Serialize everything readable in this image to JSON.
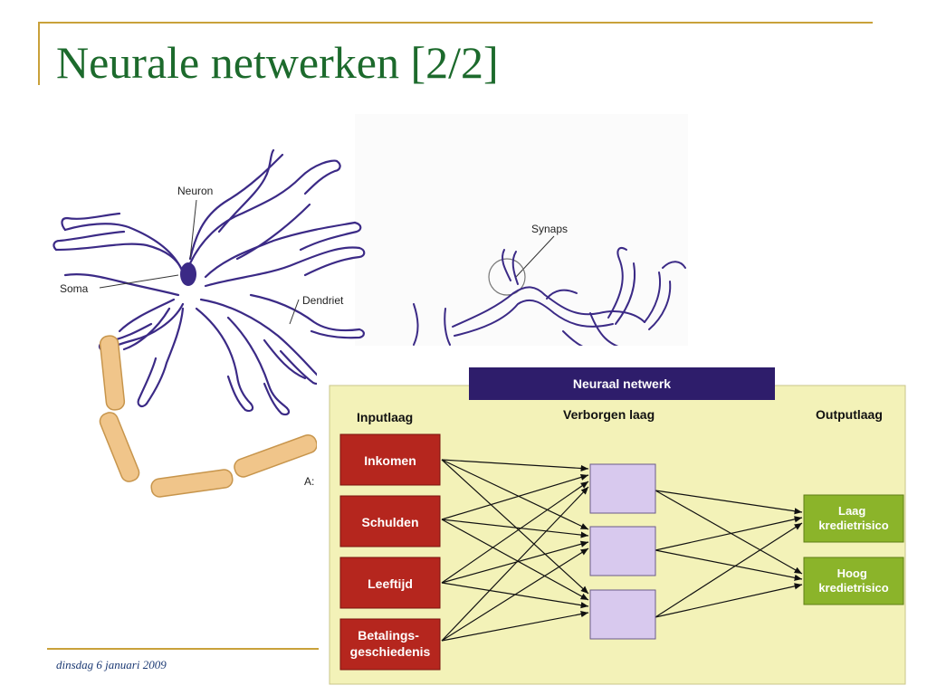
{
  "slide": {
    "title": "Neurale netwerken [2/2]",
    "footer_date": "dinsdag 6 januari 2009"
  },
  "neuron_figure": {
    "neuron_label": "Neuron",
    "soma_label": "Soma",
    "dendrite_label": "Dendriet",
    "synapse_label": "Synaps",
    "axon_label_partial": "A:",
    "colors": {
      "outline": "#3b2a86",
      "soma_fill": "#3b2a86",
      "axon_fill": "#f0c58a",
      "axon_stroke": "#c7954c"
    }
  },
  "network_figure": {
    "title": "Neuraal netwerk",
    "input_header": "Inputlaag",
    "hidden_header": "Verborgen laag",
    "output_header": "Outputlaag",
    "inputs": [
      "Inkomen",
      "Schulden",
      "Leeftijd",
      "Betalings-\ngeschiedenis"
    ],
    "hidden_count": 3,
    "outputs": [
      "Laag\nkredietrisico",
      "Hoog\nkredietrisico"
    ],
    "colors": {
      "background": "#f3f2b8",
      "title_bar": "#2e1d6b",
      "input_box": "#b5261e",
      "hidden_box": "#d8c9ee",
      "output_box": "#8bb42a",
      "arrow": "#111111"
    }
  }
}
